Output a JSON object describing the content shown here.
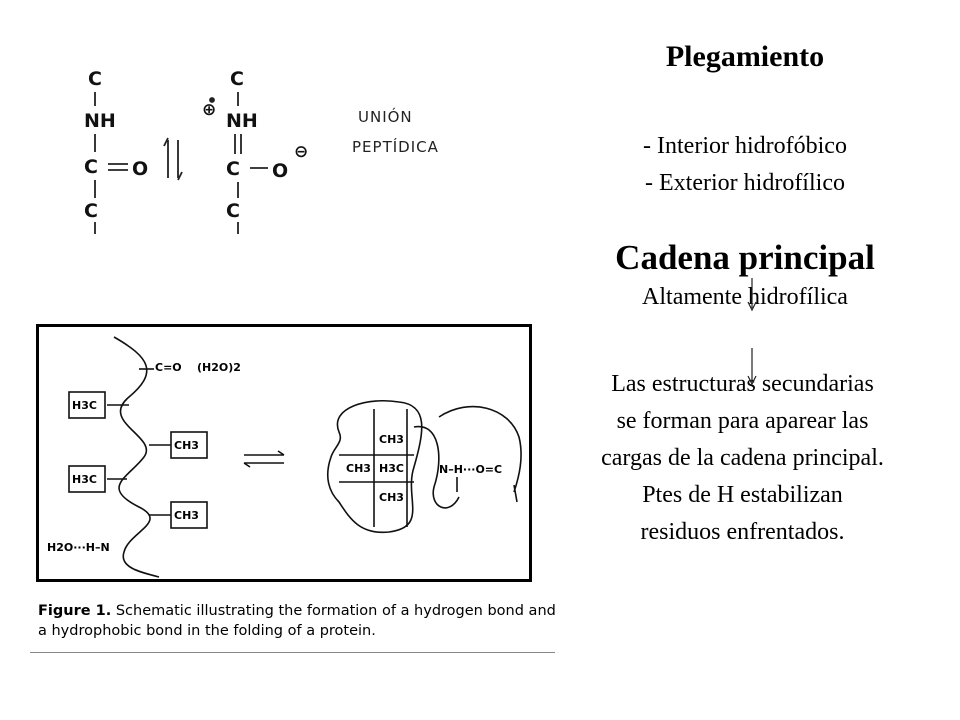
{
  "title": "Plegamiento",
  "bullets": [
    "- Interior hidrofóbico",
    "- Exterior hidrofílico"
  ],
  "section_title": "Cadena principal",
  "section_subtitle": "Altamente hidrofílica",
  "paragraph_lines": [
    "Las estructuras secundarias",
    "se forman para aparear las",
    "cargas de la cadena principal.",
    "Ptes de H estabilizan",
    "residuos enfrentados."
  ],
  "sketch": {
    "left": [
      "C",
      "NH",
      "C",
      "O",
      "C"
    ],
    "right": [
      "C",
      "NH",
      "C",
      "O",
      "C"
    ],
    "plus": "⊕",
    "minus": "⊖",
    "handwritten_note": [
      "UNIÓN",
      "PEPTÍDICA"
    ]
  },
  "figure": {
    "left_labels": {
      "top_group": "C=O",
      "water_top": "(H2O)2",
      "sub": [
        "H3C",
        "CH3",
        "H3C",
        "CH3"
      ],
      "bottom_group": "H2O···H–N"
    },
    "right_labels": {
      "core": [
        "CH3",
        "CH3",
        "H3C",
        "CH3"
      ],
      "hbond": "N–H···O=C"
    },
    "caption_label": "Figure 1.",
    "caption_text": "Schematic illustrating the formation of a hydrogen bond and a hydrophobic bond in the folding of a protein."
  }
}
